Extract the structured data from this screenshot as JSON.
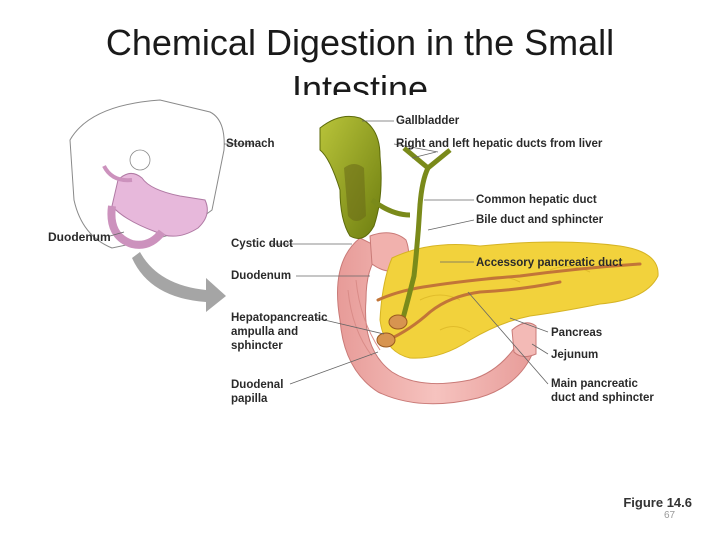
{
  "title": {
    "line1": "Chemical Digestion in the Small",
    "line2": "Intestine"
  },
  "labels": {
    "gallbladder": "Gallbladder",
    "hepatic_ducts": "Right and left hepatic ducts from liver",
    "common_hepatic": "Common hepatic duct",
    "bile_duct": "Bile duct and sphincter",
    "accessory_duct": "Accessory pancreatic duct",
    "pancreas": "Pancreas",
    "jejunum": "Jejunum",
    "main_duct_1": "Main pancreatic",
    "main_duct_2": "duct and sphincter",
    "stomach": "Stomach",
    "duodenum_left": "Duodenum",
    "cystic_duct": "Cystic duct",
    "duodenum": "Duodenum",
    "hepato_1": "Hepatopancreatic",
    "hepato_2": "ampulla and",
    "hepato_3": "sphincter",
    "papilla_1": "Duodenal",
    "papilla_2": "papilla"
  },
  "figure": "Figure 14.6",
  "page_number": "67",
  "colors": {
    "gallbladder": "#8a9a1a",
    "pancreas": "#f3d440",
    "duodenum": "#e9a3a0",
    "ducts": "#c2753a",
    "stomach_sketch": "#e2b3d6",
    "arrow": "#9e9e9e"
  }
}
